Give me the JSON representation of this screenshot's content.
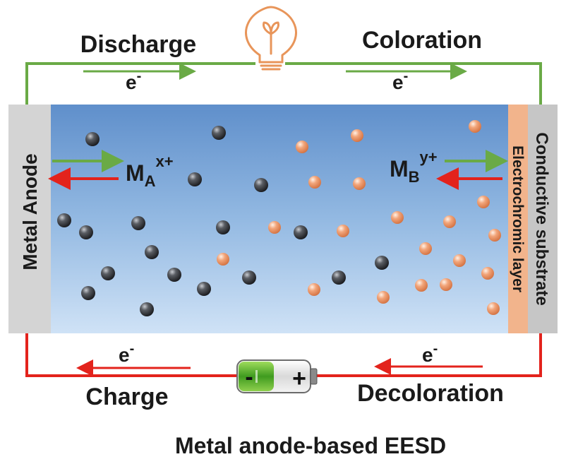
{
  "top": {
    "left_label": "Discharge",
    "right_label": "Coloration",
    "electron_base": "e",
    "electron_sup": "-"
  },
  "bottom": {
    "left_label": "Charge",
    "right_label": "Decoloration",
    "electron_base": "e",
    "electron_sup": "-"
  },
  "anode_label": "Metal Anode",
  "ec_layer_label": "Electrochromic layer",
  "substrate_label": "Conductive substrate",
  "ion_a": {
    "base": "M",
    "sub": "A",
    "sup": "x+"
  },
  "ion_b": {
    "base": "M",
    "sub": "B",
    "sup": "y+"
  },
  "battery": {
    "minus": "-",
    "plus": "+"
  },
  "caption": "Metal anode-based EESD",
  "colors": {
    "discharge_wire": "#6aaa46",
    "charge_wire": "#e3231c",
    "anode": "#d4d4d4",
    "ec_layer": "#f2b48c",
    "substrate": "#c6c6c6",
    "electrolyte_top": "#5f8fcb",
    "electrolyte_bottom": "#cfe2f6",
    "ion_dark": "#2d2f33",
    "ion_orange": "#e8895a",
    "bulb": "#e8955a"
  },
  "icons": [
    "light-bulb-icon",
    "battery-icon"
  ]
}
